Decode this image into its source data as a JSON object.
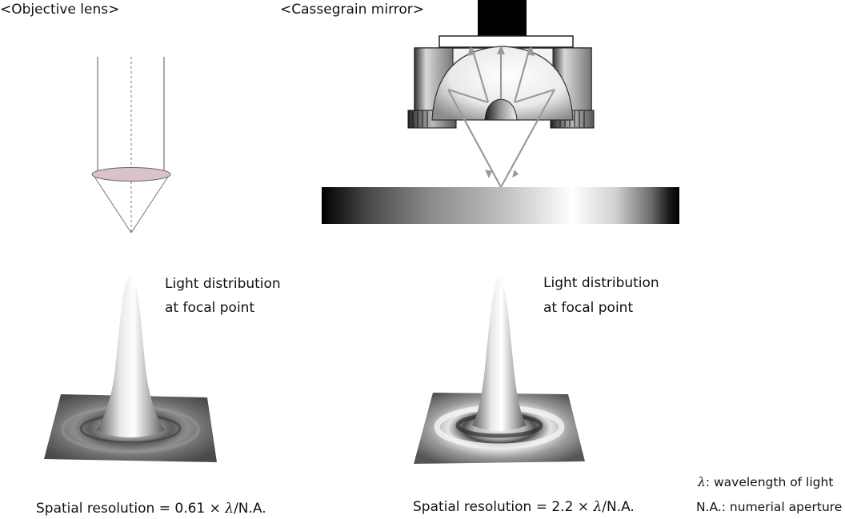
{
  "labels": {
    "objective_lens": "<Objective lens>",
    "cassegrain_mirror": "<Cassegrain mirror>"
  },
  "left_panel": {
    "light_dist_line1": "Light distribution",
    "light_dist_line2": "at focal point",
    "spatial_resolution_prefix": "Spatial resolution = 0.61 × ",
    "spatial_resolution_suffix": "/N.A."
  },
  "right_panel": {
    "light_dist_line1": "Light distribution",
    "light_dist_line2": "at focal point",
    "spatial_resolution_prefix": "Spatial resolution = 2.2 × ",
    "spatial_resolution_suffix": "/N.A."
  },
  "legend": {
    "lambda_symbol": "λ",
    "lambda_definition": ": wavelength of light",
    "na_definition": "N.A.: numerial aperture"
  }
}
